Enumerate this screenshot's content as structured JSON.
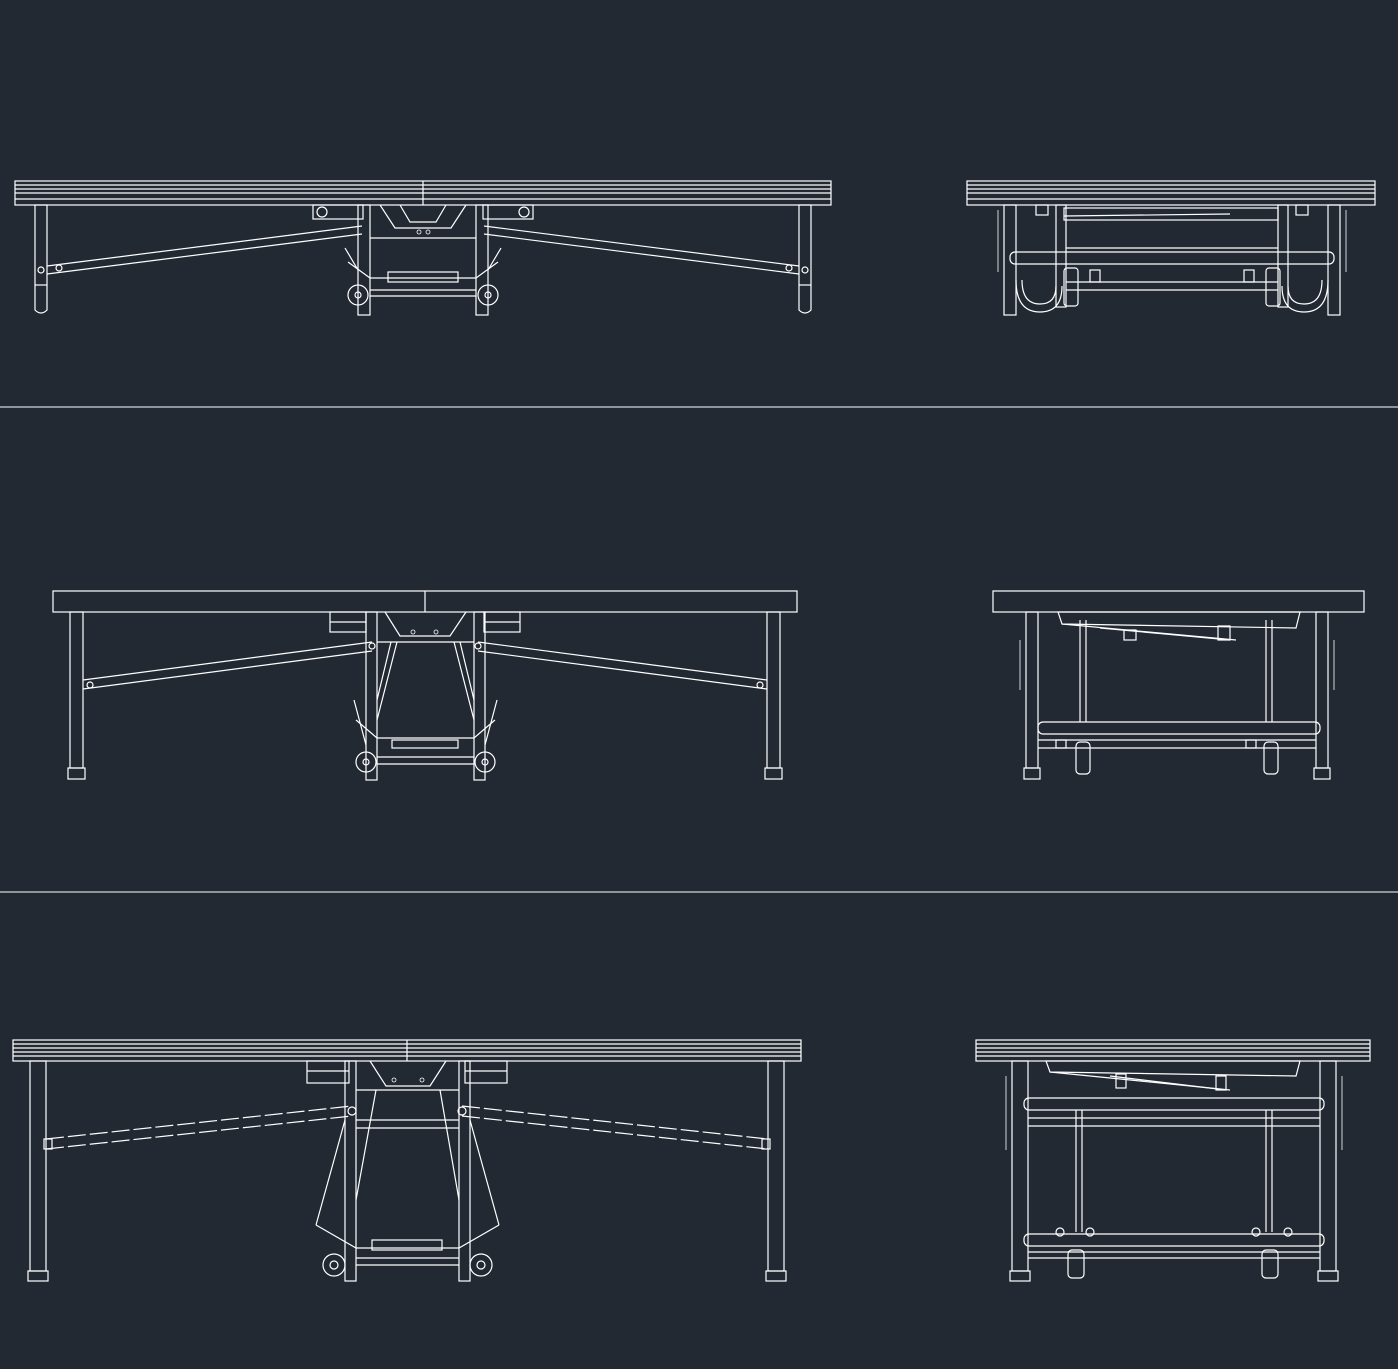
{
  "drawing": {
    "background_color": "#222933",
    "line_color": "#ffffff",
    "rows": [
      {
        "state": "folded-low",
        "views": [
          {
            "kind": "side-elevation",
            "icon": "table-side-view-icon"
          },
          {
            "kind": "end-elevation",
            "icon": "table-end-view-icon"
          }
        ]
      },
      {
        "state": "open-flat",
        "views": [
          {
            "kind": "side-elevation",
            "icon": "table-side-view-icon"
          },
          {
            "kind": "end-elevation",
            "icon": "table-end-view-icon"
          }
        ]
      },
      {
        "state": "open-tall",
        "views": [
          {
            "kind": "side-elevation",
            "icon": "table-side-view-icon"
          },
          {
            "kind": "end-elevation",
            "icon": "table-end-view-icon"
          }
        ]
      }
    ]
  }
}
